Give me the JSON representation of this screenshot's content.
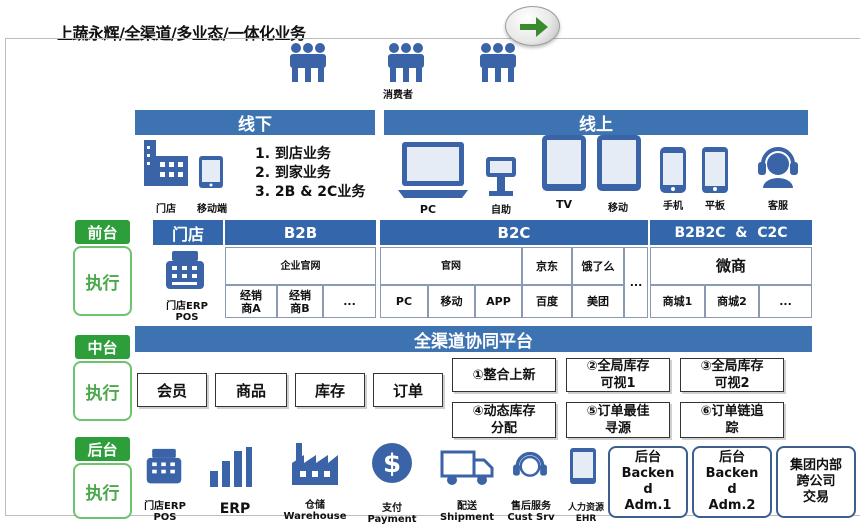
{
  "title": "上蔬永辉/全渠道/多业态/一体化业务",
  "consumers": {
    "label": "消费者"
  },
  "offline": {
    "header": "线下",
    "items": [
      {
        "label": "门店",
        "icon": "store-building-icon"
      },
      {
        "label": "移动端",
        "icon": "mobile-tablet-icon"
      }
    ],
    "modes": [
      "1. 到店业务",
      "2. 到家业务",
      "3. 2B & 2C业务"
    ]
  },
  "online": {
    "header": "线上",
    "devices": [
      {
        "label": "PC",
        "icon": "monitor-icon"
      },
      {
        "label": "自助",
        "icon": "kiosk-icon"
      },
      {
        "label": "TV",
        "icon": "tv-icon"
      },
      {
        "label": "移动",
        "icon": "tablet-icon"
      },
      {
        "label": "手机",
        "icon": "phone-icon"
      },
      {
        "label": "平板",
        "icon": "small-tablet-icon"
      },
      {
        "label": "客服",
        "icon": "headset-icon"
      }
    ]
  },
  "front": {
    "tab": "前台",
    "exec": "执行",
    "store": {
      "header": "门店",
      "pos": "门店ERP\nPOS"
    },
    "b2b": {
      "header": "B2B",
      "site": "企业官网",
      "cells": [
        "经销\n商A",
        "经销\n商B",
        "..."
      ]
    },
    "b2c": {
      "header": "B2C",
      "official": "官网",
      "official_cells": [
        "PC",
        "移动",
        "APP"
      ],
      "partners": [
        {
          "top": "京东",
          "bottom": "百度"
        },
        {
          "top": "饿了么",
          "bottom": "美团"
        }
      ],
      "more": "..."
    },
    "b2b2c": {
      "header": "B2B2C  &  C2C",
      "weishang": "微商",
      "cells": [
        "商城1",
        "商城2",
        "..."
      ]
    }
  },
  "middle": {
    "tab": "中台",
    "exec": "执行",
    "platform": "全渠道协同平台",
    "modules": [
      "会员",
      "商品",
      "库存",
      "订单"
    ],
    "features": [
      "①整合上新",
      "②全局库存\n可视1",
      "③全局库存\n可视2",
      "④动态库存\n分配",
      "⑤订单最佳\n寻源",
      "⑥订单链追\n踪"
    ]
  },
  "back": {
    "tab": "后台",
    "exec": "执行",
    "systems": [
      {
        "label": "门店ERP\nPOS",
        "icon": "cash-register-icon"
      },
      {
        "label": "ERP",
        "icon": "erp-bars-icon"
      },
      {
        "label": "仓储\nWarehouse",
        "icon": "factory-icon"
      },
      {
        "label": "支付\nPayment",
        "icon": "dollar-icon"
      },
      {
        "label": "配送\nShipment",
        "icon": "truck-icon"
      },
      {
        "label": "售后服务\nCust Srv",
        "icon": "headset-icon"
      },
      {
        "label": "人力资源\nEHR",
        "icon": "hr-tablet-icon"
      }
    ],
    "admins": [
      "后台\nBacken\nd\nAdm.1",
      "后台\nBacken\nd\nAdm.2",
      "集团内部\n跨公司\n交易"
    ]
  },
  "colors": {
    "header_blue": "#3e73b2",
    "green": "#2e9e3a",
    "arrow_green": "#3b8a2e"
  }
}
